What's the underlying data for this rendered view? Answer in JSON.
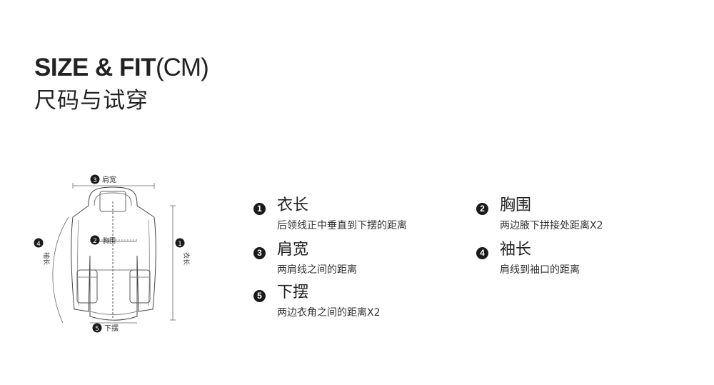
{
  "header": {
    "title_bold": "SIZE & FIT",
    "title_light": "(CM)",
    "subtitle": "尺码与试穿"
  },
  "diagram": {
    "labels": {
      "shoulder_num": "3",
      "shoulder": "肩宽",
      "chest_num": "2",
      "chest": "胸围",
      "sleeve_num": "4",
      "sleeve": "袖长",
      "length_num": "1",
      "length": "衣长",
      "hem_num": "5",
      "hem": "下摆"
    }
  },
  "measurements": [
    {
      "num": "1",
      "name": "衣长",
      "desc": "后领线正中垂直到下摆的距离"
    },
    {
      "num": "2",
      "name": "胸围",
      "desc": "两边腋下拼接处距离X2"
    },
    {
      "num": "3",
      "name": "肩宽",
      "desc": "两肩线之间的距离"
    },
    {
      "num": "4",
      "name": "袖长",
      "desc": "肩线到袖口的距离"
    },
    {
      "num": "5",
      "name": "下摆",
      "desc": "两边衣角之间的距离X2"
    }
  ]
}
